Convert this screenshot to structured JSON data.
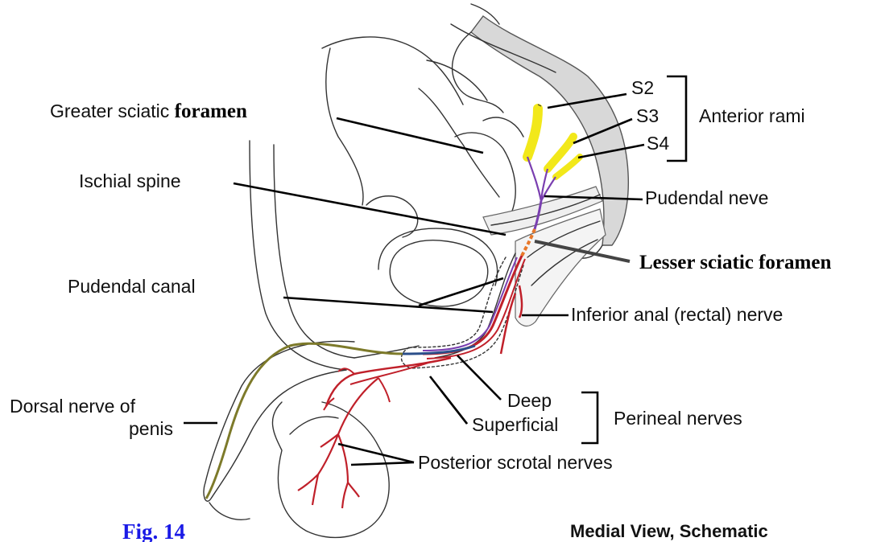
{
  "labels": {
    "greater_sciatic_prefix": "Greater sciatic ",
    "greater_sciatic_suffix": "foramen",
    "ischial_spine": "Ischial spine",
    "pudendal_canal": "Pudendal canal",
    "dorsal_nerve_line1": "Dorsal nerve of",
    "dorsal_nerve_line2": "penis",
    "s2": "S2",
    "s3": "S3",
    "s4": "S4",
    "anterior_rami": "Anterior rami",
    "pudendal_nerve": "Pudendal neve",
    "lesser_sciatic": "Lesser sciatic foramen",
    "inferior_anal": "Inferior anal (rectal) nerve",
    "deep": "Deep",
    "superficial": "Superficial",
    "perineal_nerves": "Perineal nerves",
    "posterior_scrotal": "Posterior scrotal nerves",
    "fig_label": "Fig. 14",
    "view_caption": "Medial View, Schematic"
  },
  "colors": {
    "sacral_roots": "#f2e81a",
    "pudendal_nerve": "#7a3fb0",
    "nerve_red": "#c0202a",
    "nerve_orange": "#e8782a",
    "dorsal_nerve": "#7d7a2a",
    "deep_branch": "#2b4f8a",
    "sacrum_fill": "#d8d8d8"
  }
}
